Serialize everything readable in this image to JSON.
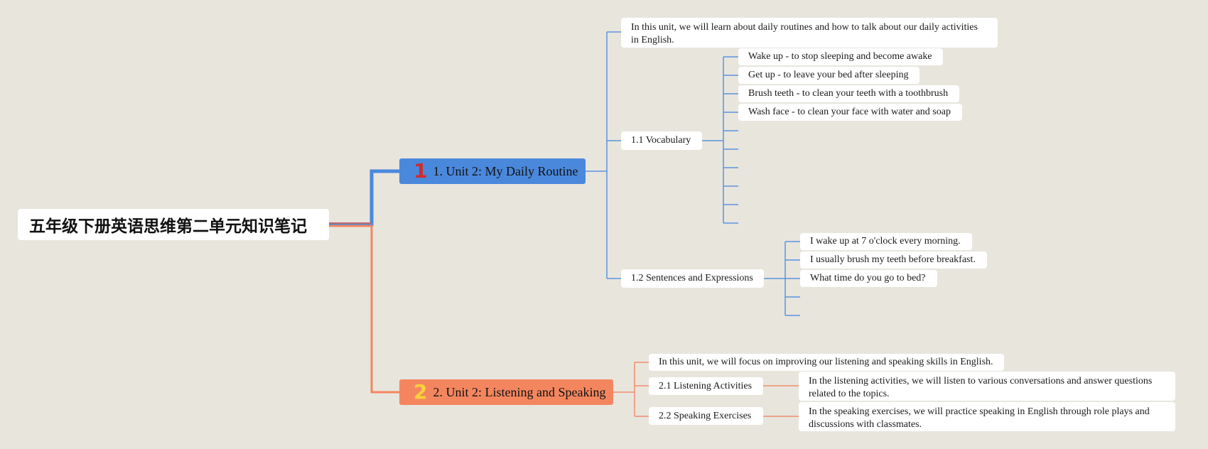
{
  "root": {
    "label": "五年级下册英语思维第二单元知识笔记"
  },
  "colors": {
    "background": "#e8e5dd",
    "branch1": "#4a88dc",
    "branch2": "#f4865f",
    "branch1_line": "#5a93df",
    "branch2_line": "#f0906f",
    "num1": "#d42a2a",
    "num2": "#f8d13c"
  },
  "branch1": {
    "number": "1",
    "label": "1. Unit 2: My Daily Routine",
    "intro": "In this unit, we will learn about daily routines and how to talk about our daily activities in English.",
    "vocabulary": {
      "label": "1.1 Vocabulary",
      "items": [
        "Wake up - to stop sleeping and become awake",
        "Get up - to leave your bed after sleeping",
        "Brush teeth - to clean your teeth with a toothbrush",
        "Wash face - to clean your face with water and soap"
      ]
    },
    "sentences": {
      "label": "1.2 Sentences and Expressions",
      "items": [
        "I wake up at 7 o'clock every morning.",
        "I usually brush my teeth before breakfast.",
        "What time do you go to bed?"
      ]
    }
  },
  "branch2": {
    "number": "2",
    "label": "2. Unit 2: Listening and Speaking",
    "intro": "In this unit, we will focus on improving our listening and speaking skills in English.",
    "listening": {
      "label": "2.1 Listening Activities",
      "detail": "In the listening activities, we will listen to various conversations and answer questions related to the topics."
    },
    "speaking": {
      "label": "2.2 Speaking Exercises",
      "detail": "In the speaking exercises, we will practice speaking in English through role plays and discussions with classmates."
    }
  }
}
